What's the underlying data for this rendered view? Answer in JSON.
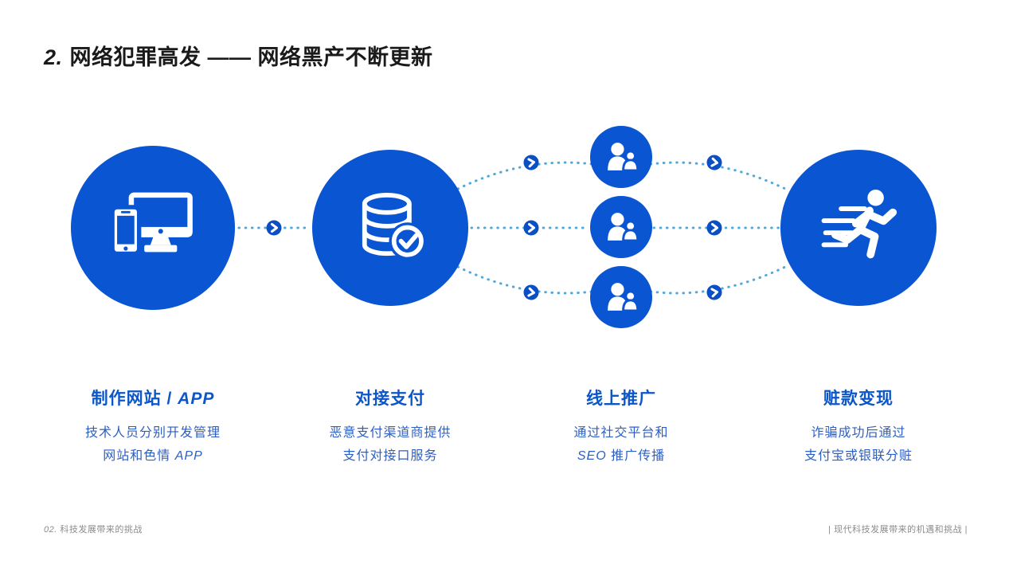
{
  "slide": {
    "title": {
      "prefix": "2.",
      "text": "网络犯罪高发 —— 网络黑产不断更新"
    },
    "flow": {
      "arrow_icon": "chevron-right-icon",
      "connector_style": "dotted"
    },
    "steps": [
      {
        "icon": "devices-icon",
        "heading": [
          {
            "t": "制作网站 / ",
            "i": false
          },
          {
            "t": "APP",
            "i": true
          }
        ],
        "line1": [
          {
            "t": "技术人员分别开发管理",
            "i": false
          }
        ],
        "line2": [
          {
            "t": "网站和色情 ",
            "i": false
          },
          {
            "t": "APP",
            "i": true
          }
        ]
      },
      {
        "icon": "database-check-icon",
        "heading": [
          {
            "t": "对接支付",
            "i": false
          }
        ],
        "line1": [
          {
            "t": "恶意支付渠道商提供",
            "i": false
          }
        ],
        "line2": [
          {
            "t": "支付对接口服务",
            "i": false
          }
        ]
      },
      {
        "icon": "people-icon",
        "heading": [
          {
            "t": "线上推广",
            "i": false
          }
        ],
        "line1": [
          {
            "t": "通过社交平台和",
            "i": false
          }
        ],
        "line2": [
          {
            "t": "SEO ",
            "i": true
          },
          {
            "t": "推广传播",
            "i": false
          }
        ]
      },
      {
        "icon": "runner-icon",
        "heading": [
          {
            "t": "赃款变现",
            "i": false
          }
        ],
        "line1": [
          {
            "t": "诈骗成功后通过",
            "i": false
          }
        ],
        "line2": [
          {
            "t": "支付宝或银联分赃",
            "i": false
          }
        ]
      }
    ],
    "footer": {
      "left": [
        {
          "t": "02.",
          "i": true
        },
        {
          "t": " 科技发展带来的挑战",
          "i": false
        }
      ],
      "right": "| 现代科技发展带来的机遇和挑战 |"
    },
    "colors": {
      "circle_blue": "#0A55D2",
      "badge_blue": "#0B4FC4",
      "dot_blue": "#4FA9DA",
      "heading_blue": "#0B56C9",
      "subtext_blue": "#2C5FC4",
      "title_black": "#1A1A1A",
      "footer_gray": "#8C8C8C"
    }
  }
}
